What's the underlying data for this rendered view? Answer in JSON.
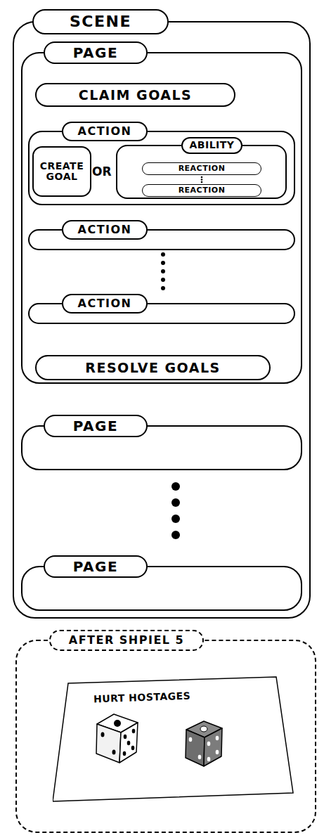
{
  "diagram": {
    "nodes": [
      {
        "text": [
          "SCENE"
        ]
      },
      {
        "text": [
          "PAGE"
        ],
        "in": 0
      },
      {
        "text": [
          "CLAIM GOALS"
        ],
        "in": 1
      },
      {
        "text": [
          "ACTION"
        ],
        "in": 1
      },
      {
        "text": [
          "CREATE GOAL"
        ],
        "in": 3
      },
      {
        "text": [
          "ABILITY"
        ],
        "in": 3
      },
      {
        "text": [
          "REACTION"
        ],
        "in": 5
      },
      {
        "text": [
          "REACTION"
        ],
        "in": 5
      },
      {
        "text": [
          "ACTION"
        ],
        "in": 1
      },
      {
        "text": [
          "ACTION"
        ],
        "in": 1
      },
      {
        "text": [
          "RESOLVE GOALS"
        ],
        "in": 1
      },
      {
        "text": [
          "PAGE"
        ],
        "in": 0
      },
      {
        "text": [
          "PAGE"
        ],
        "in": 0
      },
      {
        "text": [
          "AFTER SHPIEL 5"
        ]
      },
      {
        "text": [
          "HURT HOSTAGES"
        ],
        "in": 13
      }
    ],
    "labels": [
      "OR"
    ]
  }
}
